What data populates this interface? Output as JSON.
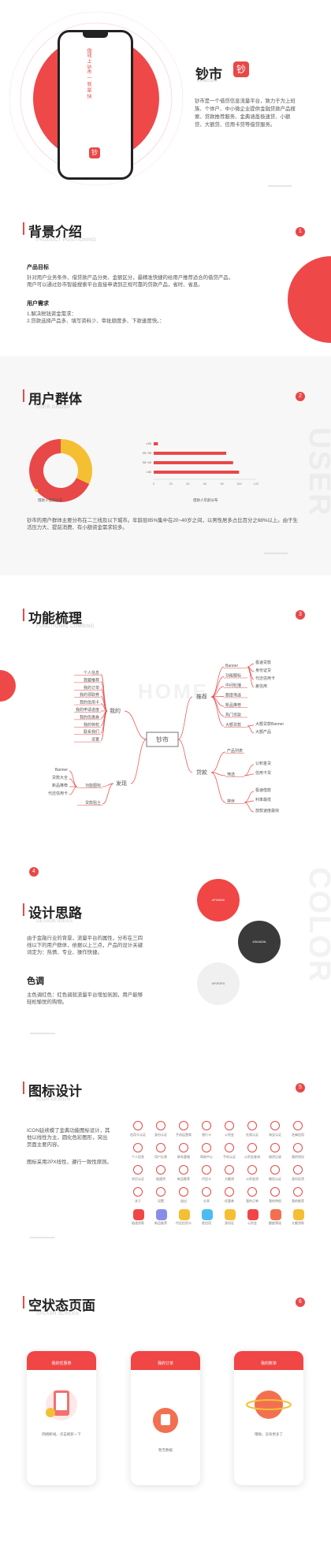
{
  "hero": {
    "brand": "钞市",
    "brand_en": "CHAOSHI",
    "desc": "钞市是一个借贷信息流量平台，致力于为上班族、个体户、中小微企业提供金融贷款产品搜索、贷款推荐服务、金典涵盖极速贷、小额贷、大额贷、信用卡贷等借贷服务。",
    "phone_text": "借钱 上 钞市 一 就 是 快"
  },
  "s1": {
    "title": "背景介绍",
    "sub": "PRODUCT POSITIONING",
    "num": "1",
    "goal_h": "产品目标",
    "goal": "针对用户业务条件、借贷款产品分类、金额区分，最精准快捷的给用户推荐适合的借贷产品，用户可以通过钞市智能搜索平台直接申请到正规可靠的贷款产品，省时、省息。",
    "need_h": "用户需求",
    "needs": [
      "1.解决税钱资金需求：",
      "2.贷款选择产品多、填写资料少、审批额度多、下款速度快。："
    ]
  },
  "s2": {
    "title": "用户群体",
    "sub": "USER GROUP",
    "num": "2",
    "donut_caption": "借款人性别分布",
    "bar_caption": "借款人年龄分布",
    "desc": "钞市的用户群体主要分布在二三线及以下城市。年龄层85%集中在20~40岁之间，以男性居多占比百分之68%以上。由于生活压力大、提前消费、有小额资金需求较多。",
    "watermark": "USER"
  },
  "chart_data": [
    {
      "type": "pie",
      "title": "",
      "values": [
        32,
        68
      ],
      "colors": [
        "#f5bf33",
        "#e84848"
      ]
    },
    {
      "type": "bar",
      "orientation": "horizontal",
      "categories": [
        "<20",
        "20~30",
        "30~40",
        ">40"
      ],
      "values": [
        5,
        85,
        93,
        100
      ],
      "xlim": [
        0,
        120
      ],
      "ticks": [
        "0",
        "20",
        "40",
        "60",
        "80",
        "100",
        "120"
      ]
    }
  ],
  "s3": {
    "title": "功能梳理",
    "sub": "FUNCTIONAL COMBING",
    "num": "3",
    "center": "钞市",
    "watermark": "HOME",
    "my": "我的",
    "my_items": [
      "个人信息",
      "我要推荐",
      "我的订单",
      "我的领取券",
      "我的信用卡",
      "我的申请进度",
      "我的优惠券",
      "我的特权",
      "联系我们",
      "设置"
    ],
    "find": "发现",
    "find_items": [
      "Banner",
      "贷款大全",
      "新品推荐",
      "代还信用卡"
    ],
    "find_sub": [
      "功能图标",
      "贷款贴士"
    ],
    "rec": "推荐",
    "rec_items": [
      "Banner",
      "功能图标",
      "中间轮播",
      "额度筛选",
      "新品推荐",
      "热门贷款",
      "大额贷款"
    ],
    "rec_sub": [
      "极速贷款",
      "身份证贷",
      "代还信用卡",
      "差信用",
      "大额贷款Banner",
      "大额产品"
    ],
    "loan": "贷款",
    "loan_items": [
      "产品列表",
      "筛选",
      "排序"
    ],
    "loan_sub": [
      "公积金贷",
      "信用卡贷",
      "极速借款",
      "利率最低",
      "放款速度最快"
    ]
  },
  "s4": {
    "title": "设计思路",
    "sub": "DESIGN IDEAS",
    "num": "4",
    "desc": "由于金融行业的背景，流量平台的属性，分布在三四线以下的用户群体，依据以上三点，产品的设计关键词定为：热情、专业、操作快捷。",
    "color_h": "色调",
    "color_desc": "主色调红色：红色调就流量平台增加氛围，用户能够轻松愉悦的购物。",
    "swatches": [
      "#F04646",
      "#3A3A3A",
      "#F0F0F0"
    ],
    "watermark": "COLOR"
  },
  "s5": {
    "title": "图标设计",
    "sub": "ICON DESIGN",
    "num": "5",
    "desc1": "ICON延续模了金典功能图标设计，其他以线性为主，圆化色彩图形，突出页面主要内容。",
    "desc2": "图标采用2PX线性，遵行一致性原则。",
    "row1": [
      "信用卡认证",
      "身份认证",
      "手机运营商",
      "银行卡",
      "公积金",
      "社保认证",
      "淘宝认证",
      "芝麻信用"
    ],
    "row2": [
      "个人信息",
      "用户反馈",
      "联系客服",
      "帮助中心",
      "手机认证",
      "公积金查询",
      "借贷记录",
      "我的钱包"
    ],
    "row3": [
      "学历认证",
      "极速贷",
      "新品推荐",
      "代还卡",
      "大额贷",
      "公积金贷",
      "微信认证",
      "身份证贷"
    ],
    "row4": [
      "关于",
      "设置",
      "退出",
      "分享",
      "优惠券",
      "我的订单",
      "我的特权",
      "我的推荐"
    ],
    "row5": [
      "极速贷款",
      "新品推荐",
      "代还信用卡",
      "差信用",
      "身份证",
      "公积金",
      "额度筛选",
      "大额贷款"
    ]
  },
  "s6": {
    "title": "空状态页面",
    "sub": "SPLASH SCREEN",
    "num": "6",
    "cards": [
      {
        "top": "我的优惠券",
        "text": "网络断线，点击刷新一下"
      },
      {
        "top": "我的订单",
        "text": "暂无数据"
      },
      {
        "top": "我的账单",
        "text": "哦呦，没有更多了"
      }
    ]
  }
}
